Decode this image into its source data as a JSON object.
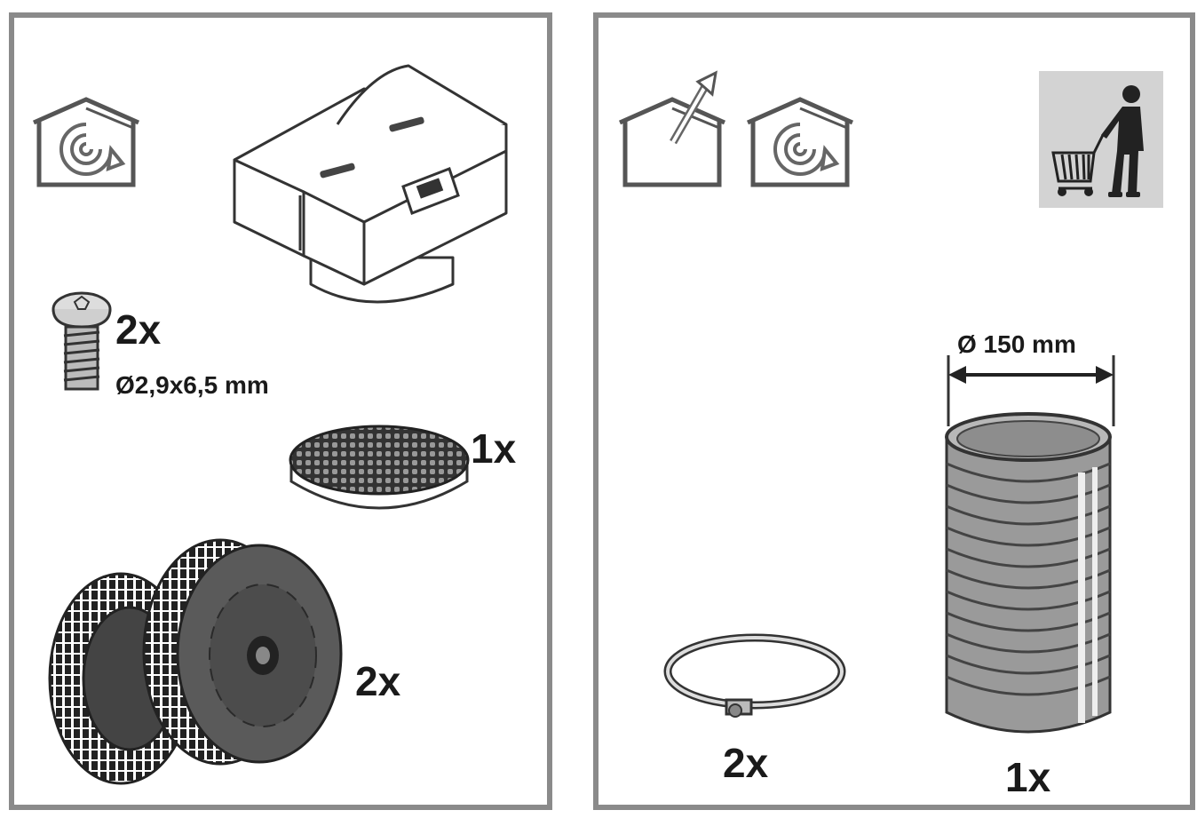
{
  "left_panel": {
    "screw": {
      "quantity": "2x",
      "size": "Ø2,9x6,5 mm"
    },
    "mesh_filter": {
      "quantity": "1x"
    },
    "charcoal_filter": {
      "quantity": "2x"
    }
  },
  "right_panel": {
    "hose_clamp": {
      "quantity": "2x"
    },
    "flexible_duct": {
      "quantity": "1x",
      "diameter": "Ø 150 mm"
    }
  },
  "icons": [
    "recirculation-house-icon",
    "extraction-house-icon",
    "shopping-cart-person-icon"
  ]
}
